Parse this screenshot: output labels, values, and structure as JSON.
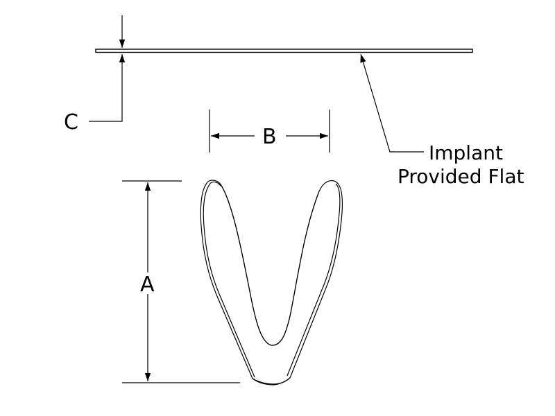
{
  "dimensions": {
    "a_label": "A",
    "b_label": "B",
    "c_label": "C"
  },
  "callout": {
    "line1": "Implant",
    "line2": "Provided Flat"
  }
}
